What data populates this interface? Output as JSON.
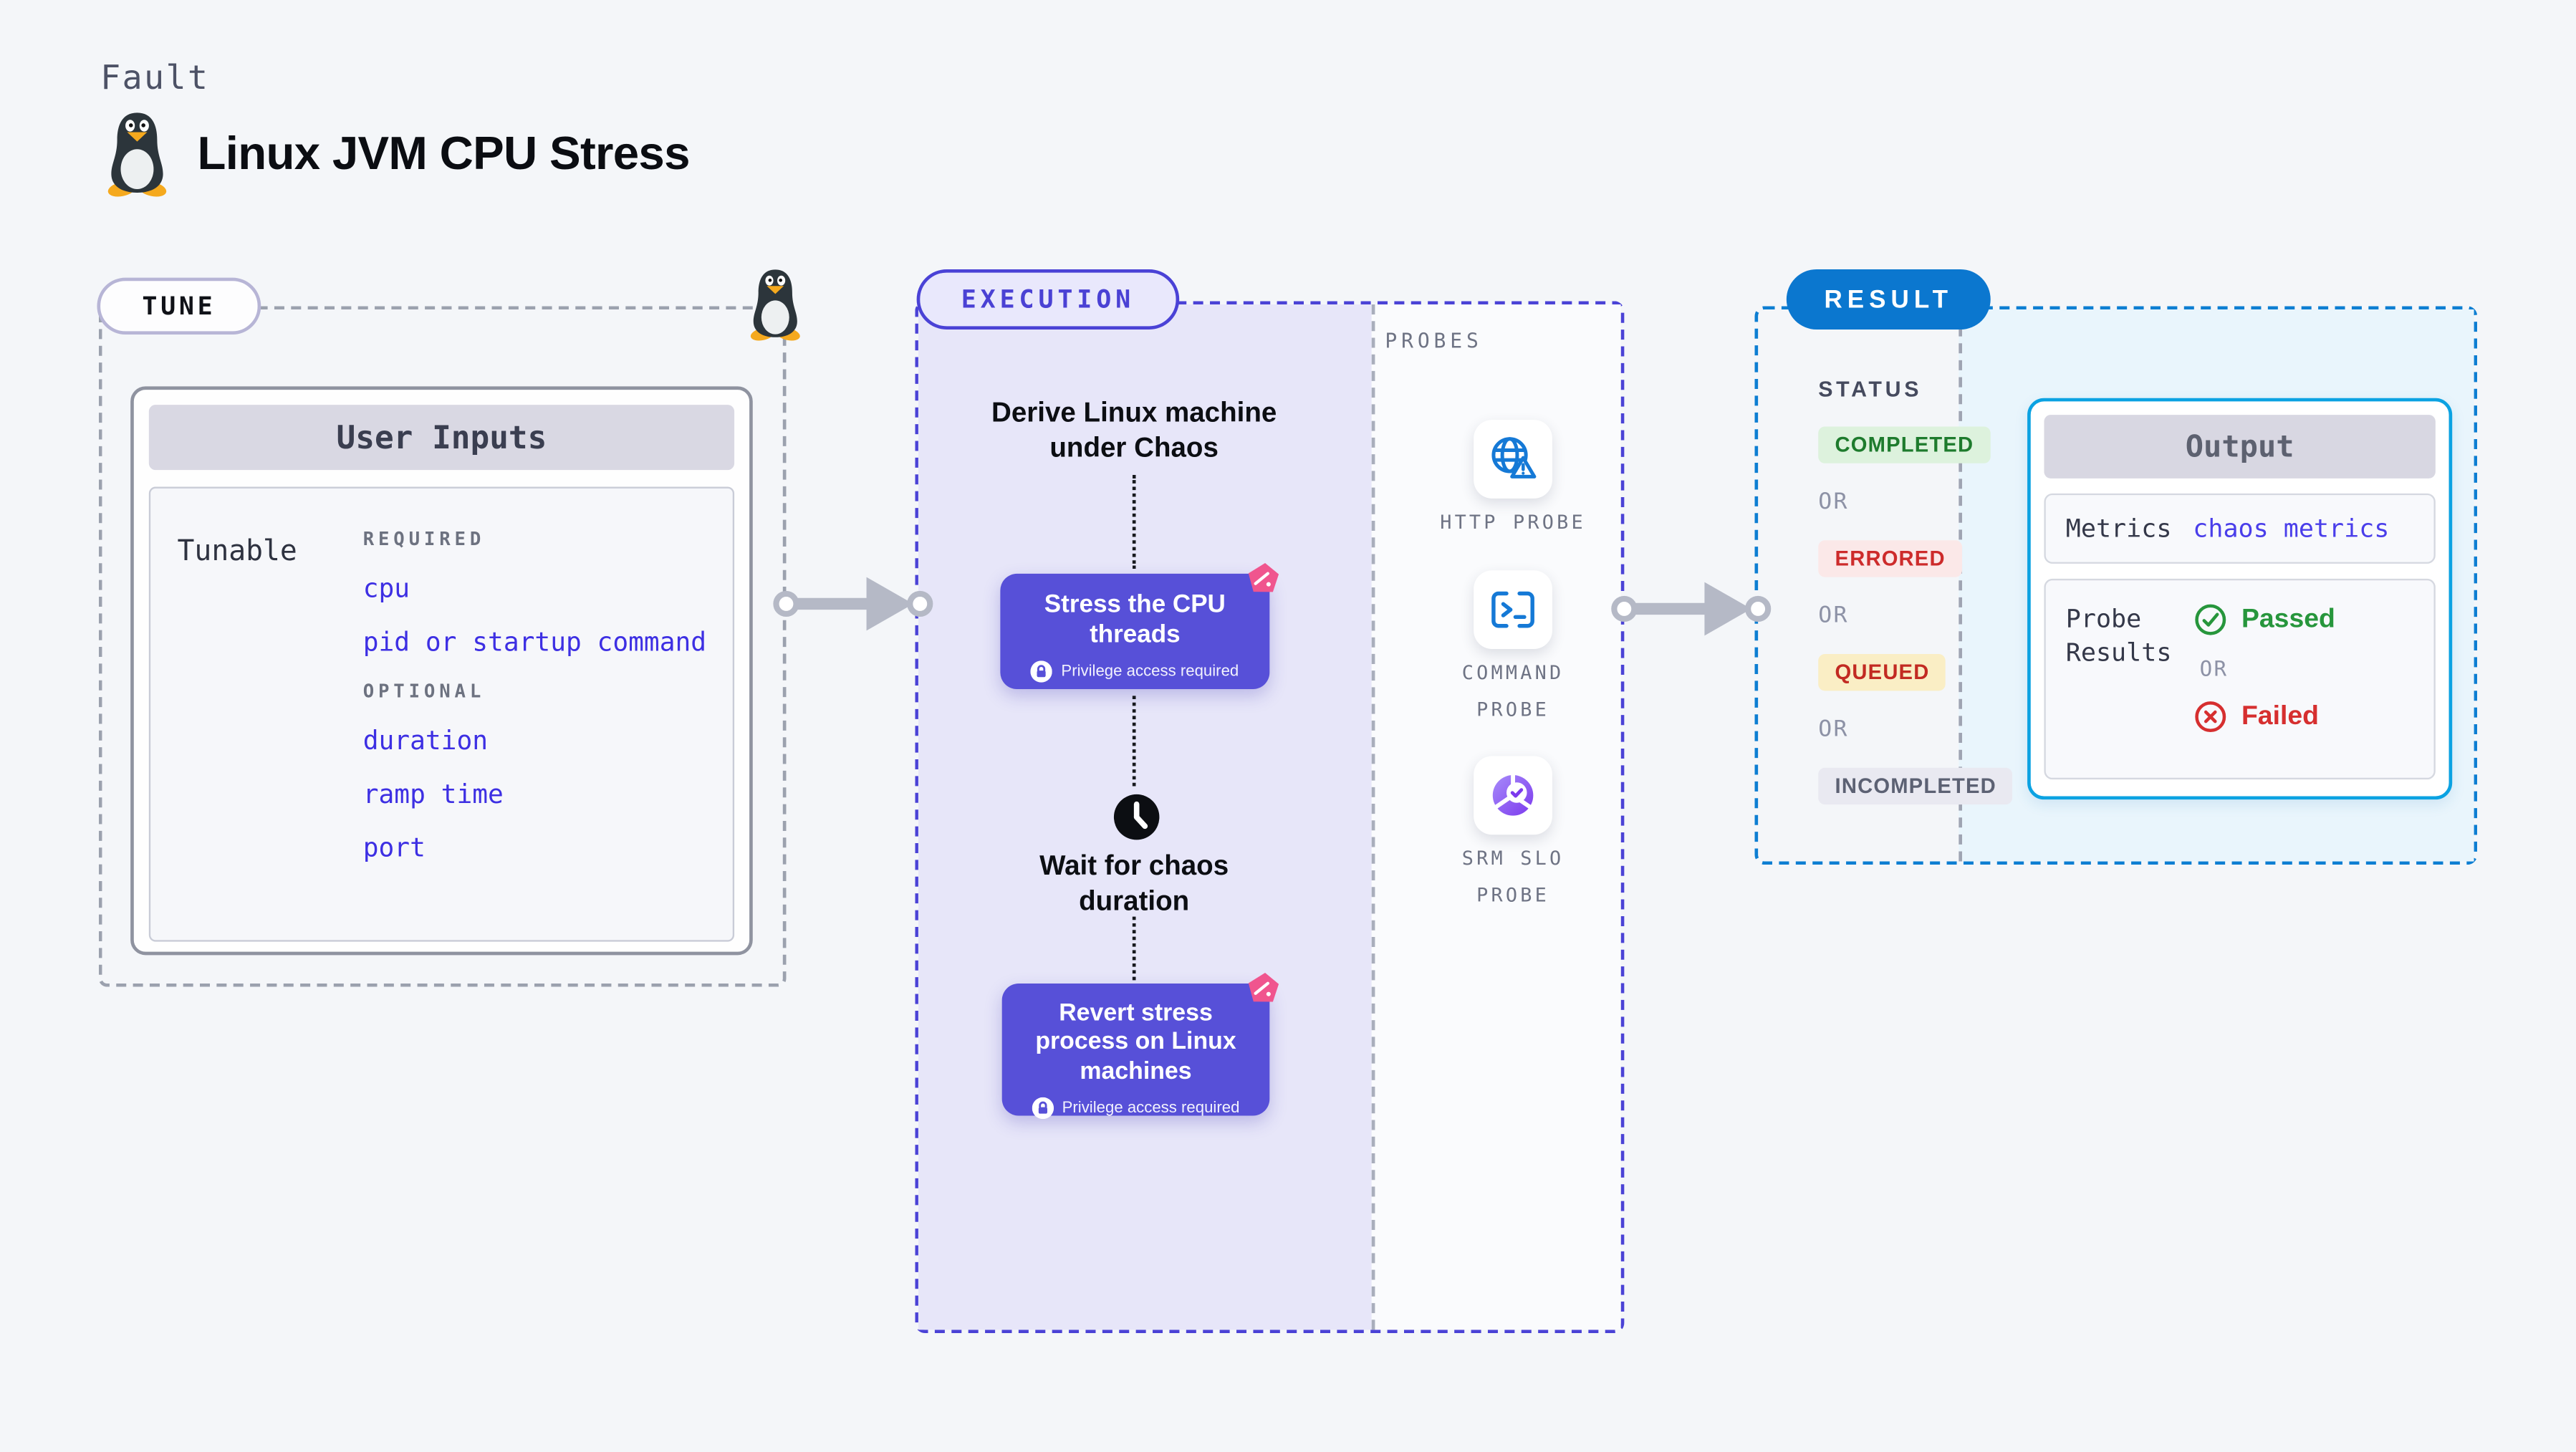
{
  "page": {
    "eyebrow": "Fault",
    "title": "Linux JVM CPU Stress"
  },
  "tune": {
    "badge": "TUNE",
    "panel_title": "User Inputs",
    "row_label": "Tunable",
    "groups": [
      {
        "heading": "REQUIRED",
        "items": [
          "cpu",
          "pid or startup command"
        ]
      },
      {
        "heading": "OPTIONAL",
        "items": [
          "duration",
          "ramp time",
          "port"
        ]
      }
    ]
  },
  "execution": {
    "badge": "EXECUTION",
    "derive": "Derive Linux machine\nunder Chaos",
    "stress": {
      "title": "Stress the CPU threads",
      "note": "Privilege access required"
    },
    "wait": "Wait for chaos\nduration",
    "revert": {
      "title": "Revert stress process on Linux machines",
      "note": "Privilege access required"
    }
  },
  "probes": {
    "heading": "PROBES",
    "items": [
      {
        "icon": "globe-alert-icon",
        "label": "HTTP PROBE"
      },
      {
        "icon": "terminal-icon",
        "label": "COMMAND\nPROBE"
      },
      {
        "icon": "slo-pie-icon",
        "label": "SRM SLO\nPROBE"
      }
    ]
  },
  "result": {
    "badge": "RESULT",
    "status_heading": "STATUS",
    "or_label": "OR",
    "statuses": [
      {
        "label": "COMPLETED",
        "bg": "#ddf2dd",
        "color": "#1e7b2d"
      },
      {
        "label": "ERRORED",
        "bg": "#fbe8e8",
        "color": "#cd2b2b"
      },
      {
        "label": "QUEUED",
        "bg": "#faeec5",
        "color": "#c22a22"
      },
      {
        "label": "INCOMPLETED",
        "bg": "#e9e9f1",
        "color": "#5c6173"
      }
    ],
    "output": {
      "title": "Output",
      "metrics_label": "Metrics",
      "metrics_value": "chaos metrics",
      "probe_results_label": "Probe\nResults",
      "passed": "Passed",
      "failed": "Failed"
    }
  },
  "colors": {
    "accent_indigo": "#5750d8",
    "exec_border": "#4a42d6",
    "link_blue": "#3d2fe3",
    "result_blue": "#0b77cf",
    "output_border": "#0ba2e2",
    "arrow_gray": "#b5b9c6",
    "passed_green": "#27963c",
    "failed_red": "#d62f2f",
    "probe_icon_blue": "#1579d6",
    "chaos_pink": "#f0558e",
    "page_bg": "#f4f6f9"
  }
}
